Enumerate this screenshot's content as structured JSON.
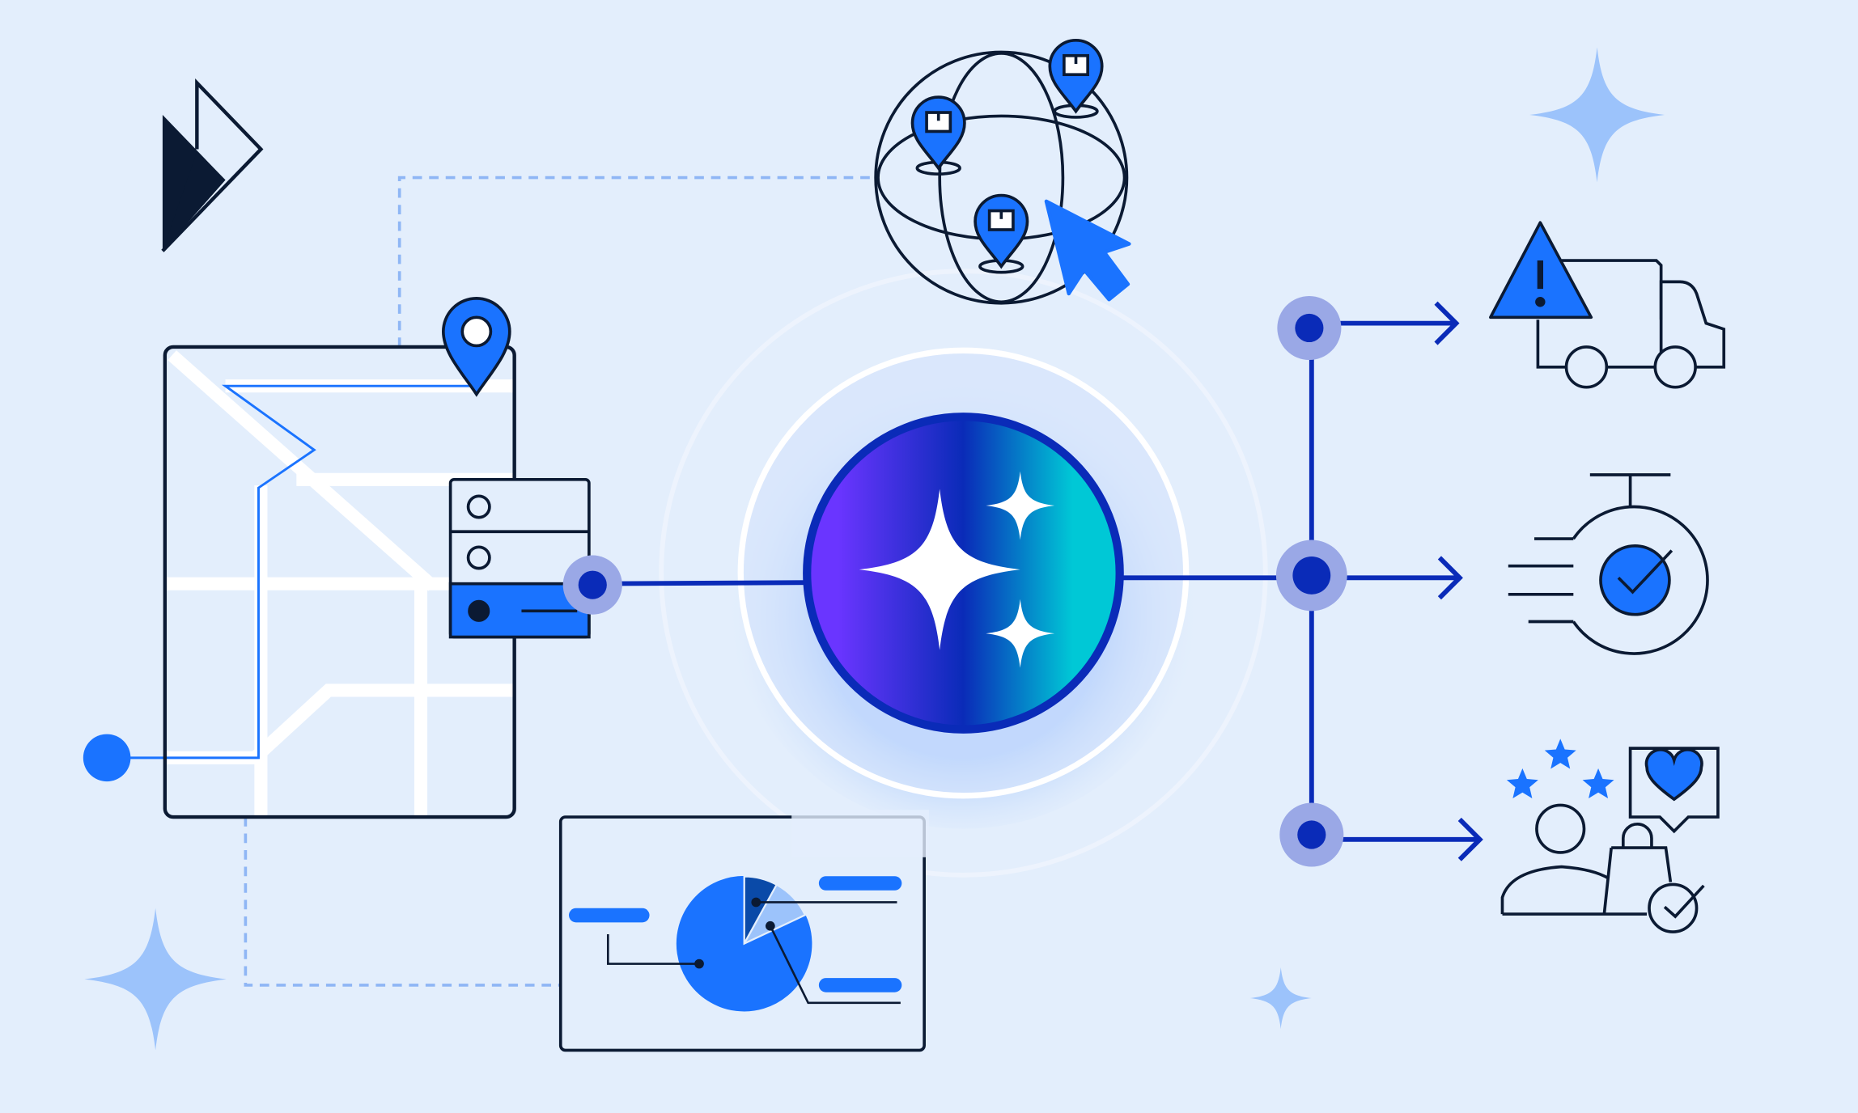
{
  "colors": {
    "background": "#e3eefc",
    "ink": "#0b1a33",
    "brand_blue": "#1a73ff",
    "deep_blue": "#0a2bb8",
    "light_blue": "#9cc3fb",
    "halo": "#9aa8e6",
    "gradient_start": "#6a35ff",
    "gradient_mid": "#0a2bb8",
    "gradient_end": "#00c8d6"
  },
  "icons": [
    "logo-icon",
    "map-icon",
    "location-pin-icon",
    "server-icon",
    "globe-icon",
    "cursor-icon",
    "ai-sparkle-icon",
    "warning-truck-icon",
    "stopwatch-check-icon",
    "customer-satisfaction-icon",
    "pie-chart-icon",
    "sparkle-icon"
  ],
  "pie_chart": {
    "slices": [
      0.08,
      0.1,
      0.82
    ]
  }
}
